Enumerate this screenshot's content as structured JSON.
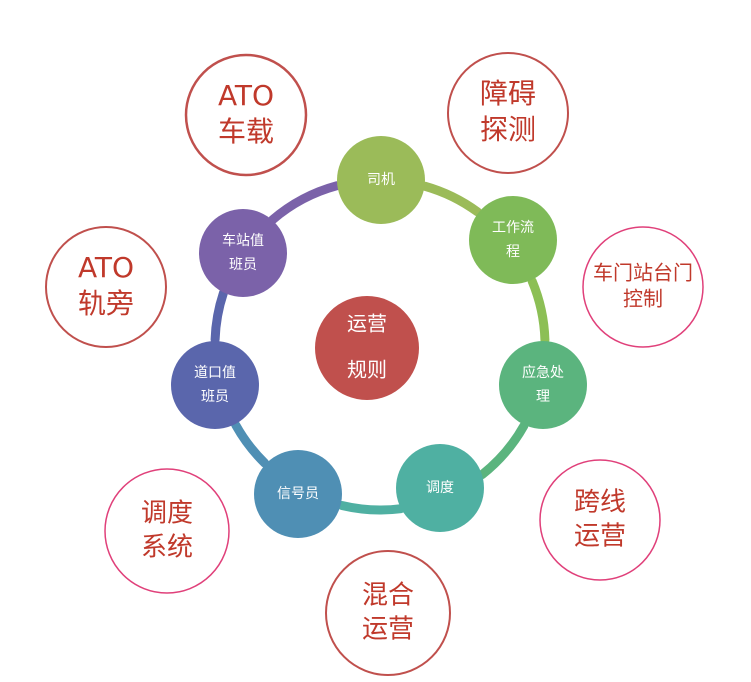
{
  "center": {
    "lines": [
      "运营",
      "规则"
    ],
    "color": "#c0504d"
  },
  "nodes": [
    {
      "id": "driver",
      "lines": [
        "司机"
      ],
      "color": "#9bbb59"
    },
    {
      "id": "workflow",
      "lines": [
        "工作流",
        "程"
      ],
      "color": "#7fba58"
    },
    {
      "id": "emergency",
      "lines": [
        "应急处",
        "理"
      ],
      "color": "#5bb47e"
    },
    {
      "id": "dispatch",
      "lines": [
        "调度"
      ],
      "color": "#4fb0a2"
    },
    {
      "id": "signalman",
      "lines": [
        "信号员"
      ],
      "color": "#4f8fb4"
    },
    {
      "id": "crossing-attendant",
      "lines": [
        "道口值",
        "班员"
      ],
      "color": "#5a66ac"
    },
    {
      "id": "station-attendant",
      "lines": [
        "车站值",
        "班员"
      ],
      "color": "#7b62a9"
    }
  ],
  "outer": [
    {
      "id": "ato-onboard",
      "lines": [
        "ATO",
        "车载"
      ],
      "color": "#c0392b"
    },
    {
      "id": "obstacle-detection",
      "lines": [
        "障碍",
        "探测"
      ],
      "color": "#c0392b"
    },
    {
      "id": "platform-door-control",
      "lines": [
        "车门站台门",
        "控制"
      ],
      "color": "#c0392b"
    },
    {
      "id": "cross-line-operation",
      "lines": [
        "跨线",
        "运营"
      ],
      "color": "#c0392b"
    },
    {
      "id": "mixed-operation",
      "lines": [
        "混合",
        "运营"
      ],
      "color": "#c0392b"
    },
    {
      "id": "dispatch-system",
      "lines": [
        "调度",
        "系统"
      ],
      "color": "#c0392b"
    },
    {
      "id": "ato-trackside",
      "lines": [
        "ATO",
        "轨旁"
      ],
      "color": "#c0392b"
    }
  ],
  "outer_border_colors": {
    "strong": "#c0504d",
    "pink": "#e0407a"
  }
}
